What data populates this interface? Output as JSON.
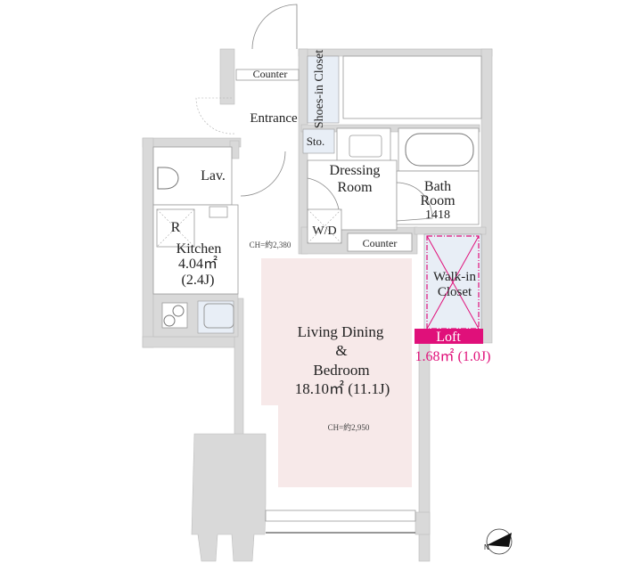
{
  "rooms": {
    "entrance": "Entrance",
    "counter_entrance": "Counter",
    "shoes_in_closet": "Shoes-in Closet",
    "storage": "Sto.",
    "lavatory": "Lav.",
    "dressing_room": [
      "Dressing",
      "Room"
    ],
    "bath_room": [
      "Bath",
      "Room",
      "1418"
    ],
    "washer_dryer": "W/D",
    "counter_dressing": "Counter",
    "refrigerator": "R",
    "kitchen": [
      "Kitchen",
      "4.04㎡",
      "(2.4J)"
    ],
    "kitchen_ceiling": "CH=約2,380",
    "walk_in_closet": [
      "Walk-in",
      "Closet"
    ],
    "loft": "Loft",
    "loft_area": "1.68㎡ (1.0J)",
    "living": [
      "Living Dining",
      "&",
      "Bedroom",
      "18.10㎡ (11.1J)"
    ],
    "living_ceiling": "CH=約2,950"
  },
  "compass": {
    "label": "N"
  },
  "colors": {
    "living": "#f7e9e9",
    "loft": "#e0107a",
    "wall": "#d9d9d9",
    "storage": "#e8eef6"
  }
}
